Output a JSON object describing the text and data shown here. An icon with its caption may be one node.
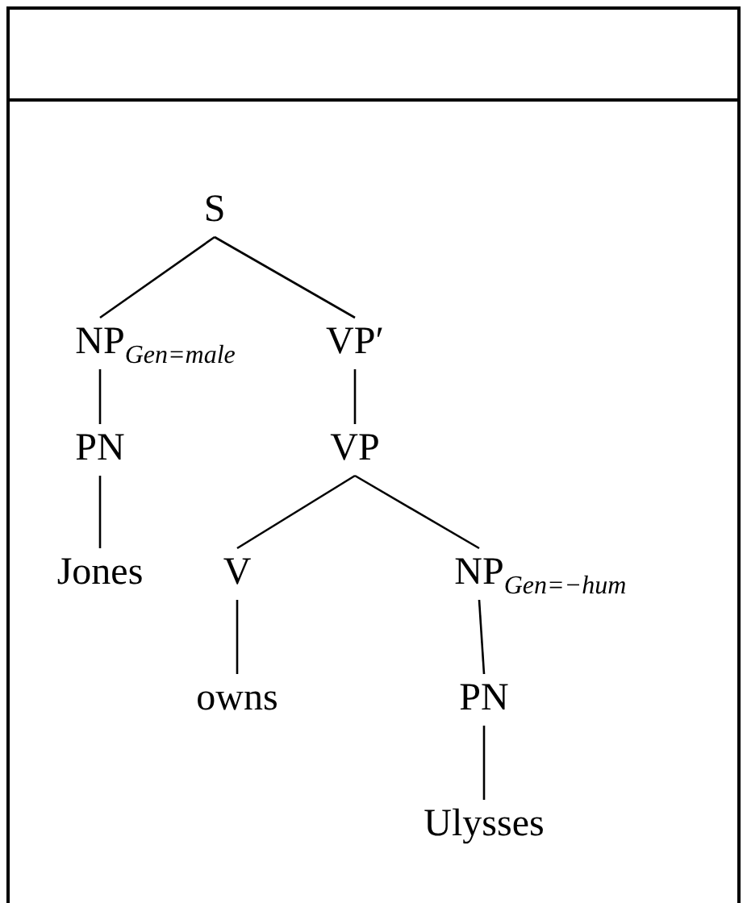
{
  "diagram": {
    "nodes": [
      {
        "text": [
          "S"
        ]
      },
      {
        "text": [
          "NP$_{Gen=male}$"
        ]
      },
      {
        "text": [
          "VP′"
        ]
      },
      {
        "text": [
          "PN"
        ]
      },
      {
        "text": [
          "VP"
        ]
      },
      {
        "text": [
          "Jones"
        ]
      },
      {
        "text": [
          "V"
        ]
      },
      {
        "text": [
          "NP$_{Gen=−hum}$"
        ]
      },
      {
        "text": [
          "owns"
        ]
      },
      {
        "text": [
          "PN"
        ]
      },
      {
        "text": [
          "Ulysses"
        ]
      }
    ],
    "edges": [
      {
        "from": 0,
        "to": 1,
        "arrow": "none"
      },
      {
        "from": 0,
        "to": 2,
        "arrow": "none"
      },
      {
        "from": 1,
        "to": 3,
        "arrow": "none"
      },
      {
        "from": 3,
        "to": 5,
        "arrow": "none"
      },
      {
        "from": 2,
        "to": 4,
        "arrow": "none"
      },
      {
        "from": 4,
        "to": 6,
        "arrow": "none"
      },
      {
        "from": 4,
        "to": 7,
        "arrow": "none"
      },
      {
        "from": 6,
        "to": 8,
        "arrow": "none"
      },
      {
        "from": 7,
        "to": 9,
        "arrow": "none"
      },
      {
        "from": 9,
        "to": 10,
        "arrow": "none"
      }
    ]
  }
}
